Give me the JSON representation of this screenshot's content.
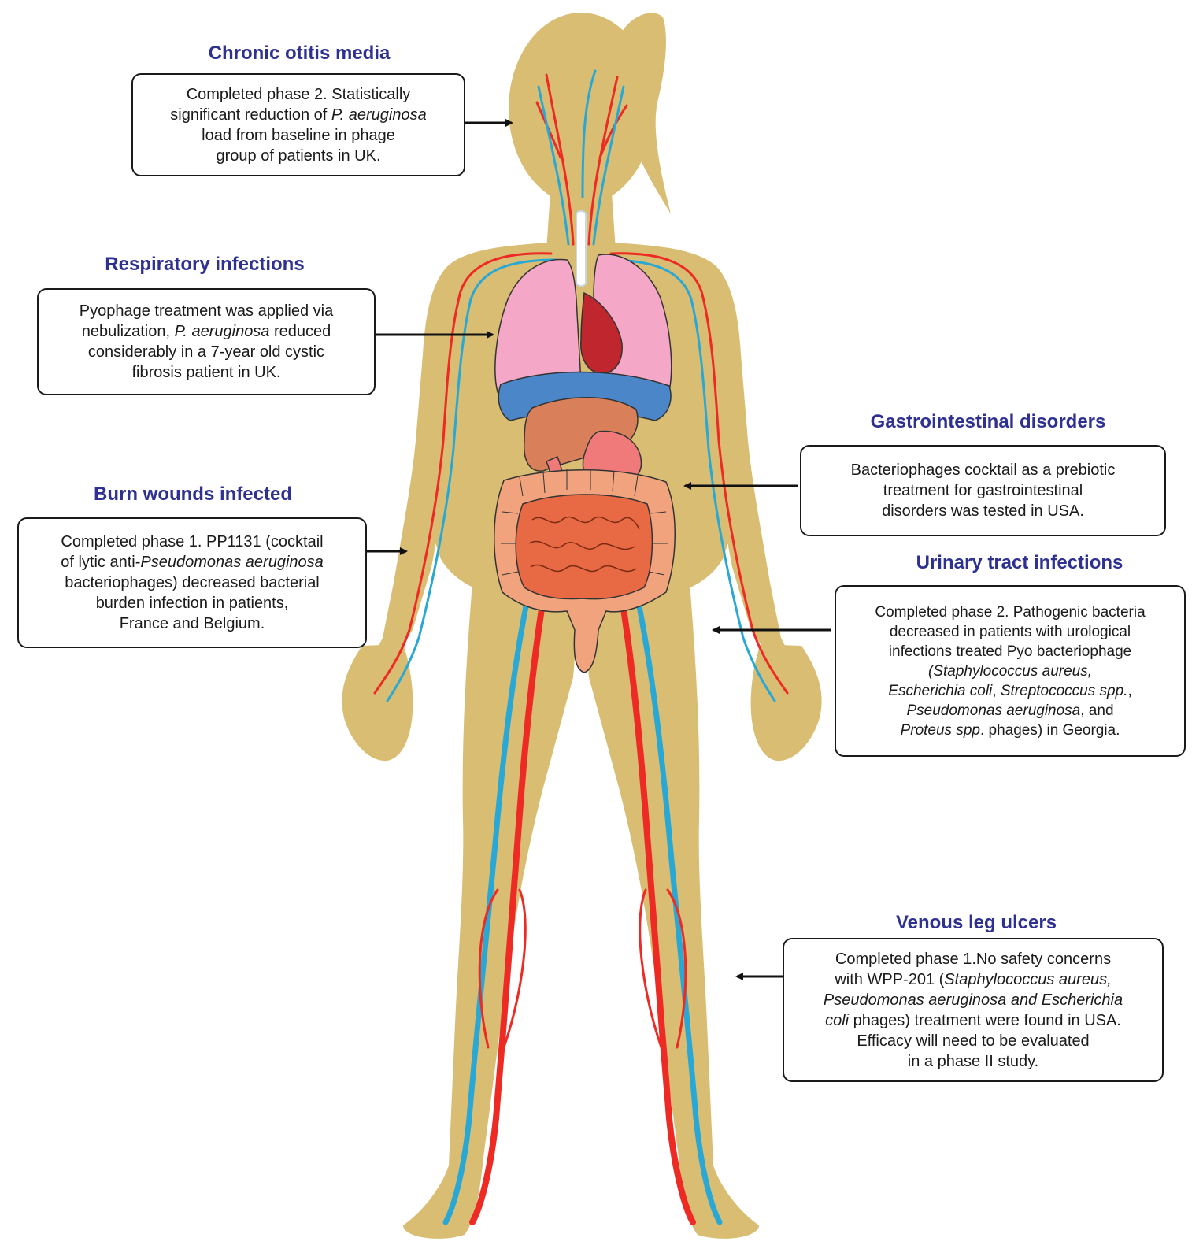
{
  "colors": {
    "body": "#d9bd72",
    "artery": "#ee2a24",
    "vein": "#29a8d6",
    "heading": "#2e3192",
    "lung": "#f4a7c6",
    "heart": "#c0262d",
    "diaphragm": "#4a86c8",
    "liver": "#d9805a",
    "stomach": "#f07a7a",
    "colon": "#f0a37c",
    "small_intestine": "#e86a44"
  },
  "annotations": {
    "otitis": {
      "heading": "Chronic otitis media",
      "lines": [
        [
          {
            "t": "Completed phase 2. Statistically"
          }
        ],
        [
          {
            "t": "significant reduction of "
          },
          {
            "t": "P. aeruginosa",
            "i": true
          }
        ],
        [
          {
            "t": "load from baseline in phage"
          }
        ],
        [
          {
            "t": "group of patients in UK."
          }
        ]
      ]
    },
    "respiratory": {
      "heading": "Respiratory infections",
      "lines": [
        [
          {
            "t": "Pyophage treatment was applied via"
          }
        ],
        [
          {
            "t": "nebulization, "
          },
          {
            "t": "P. aeruginosa",
            "i": true
          },
          {
            "t": " reduced"
          }
        ],
        [
          {
            "t": "considerably in a 7-year old cystic"
          }
        ],
        [
          {
            "t": "fibrosis patient in UK."
          }
        ]
      ]
    },
    "burn": {
      "heading": "Burn wounds infected",
      "lines": [
        [
          {
            "t": "Completed phase 1. PP1131 (cocktail"
          }
        ],
        [
          {
            "t": "of lytic anti-"
          },
          {
            "t": "Pseudomonas aeruginosa",
            "i": true
          }
        ],
        [
          {
            "t": "bacteriophages) decreased bacterial"
          }
        ],
        [
          {
            "t": "burden infection in patients,"
          }
        ],
        [
          {
            "t": "France and Belgium."
          }
        ]
      ]
    },
    "gastro": {
      "heading": "Gastrointestinal disorders",
      "lines": [
        [
          {
            "t": "Bacteriophages cocktail as a prebiotic"
          }
        ],
        [
          {
            "t": "treatment for gastrointestinal"
          }
        ],
        [
          {
            "t": "disorders was tested in USA."
          }
        ]
      ]
    },
    "urinary": {
      "heading": "Urinary tract infections",
      "lines": [
        [
          {
            "t": "Completed phase 2. Pathogenic bacteria"
          }
        ],
        [
          {
            "t": "decreased in patients with urological"
          }
        ],
        [
          {
            "t": "infections treated Pyo bacteriophage"
          }
        ],
        [
          {
            "t": "(Staphylococcus aureus,",
            "i": true
          }
        ],
        [
          {
            "t": "Escherichia coli",
            "i": true
          },
          {
            "t": ", "
          },
          {
            "t": "Streptococcus spp.",
            "i": true
          },
          {
            "t": ","
          }
        ],
        [
          {
            "t": "Pseudomonas aeruginosa",
            "i": true
          },
          {
            "t": ", and"
          }
        ],
        [
          {
            "t": "Proteus spp",
            "i": true
          },
          {
            "t": ". phages) in Georgia."
          }
        ]
      ]
    },
    "venous": {
      "heading": "Venous leg ulcers",
      "lines": [
        [
          {
            "t": "Completed phase 1.No safety concerns"
          }
        ],
        [
          {
            "t": "with WPP-201 ("
          },
          {
            "t": "Staphylococcus aureus,",
            "i": true
          }
        ],
        [
          {
            "t": "Pseudomonas aeruginosa and Escherichia",
            "i": true
          }
        ],
        [
          {
            "t": "coli",
            "i": true
          },
          {
            "t": " phages) treatment were found in USA."
          }
        ],
        [
          {
            "t": "Efficacy will need to be evaluated"
          }
        ],
        [
          {
            "t": "in a phase II study."
          }
        ]
      ]
    }
  }
}
